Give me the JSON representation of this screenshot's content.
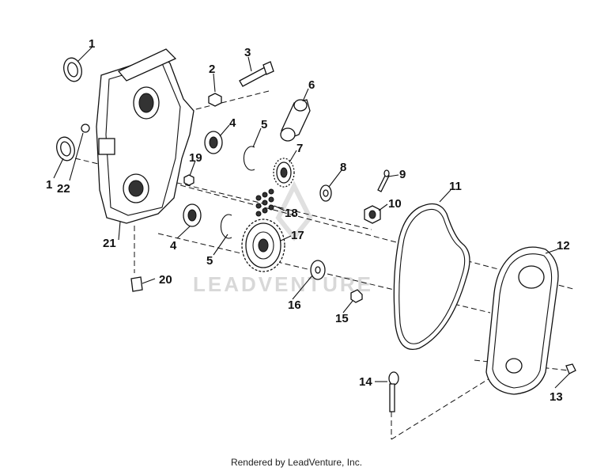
{
  "watermark": "LEADVENTURE",
  "footer_credit": "Rendered by LeadVenture, Inc.",
  "callouts": {
    "c1a": "1",
    "c1b": "1",
    "c2": "2",
    "c3": "3",
    "c4a": "4",
    "c4b": "4",
    "c5a": "5",
    "c5b": "5",
    "c6": "6",
    "c7": "7",
    "c8": "8",
    "c9": "9",
    "c10": "10",
    "c11": "11",
    "c12": "12",
    "c13": "13",
    "c14": "14",
    "c15": "15",
    "c16": "16",
    "c17": "17",
    "c18": "18",
    "c19": "19",
    "c20": "20",
    "c21": "21",
    "c22": "22"
  }
}
